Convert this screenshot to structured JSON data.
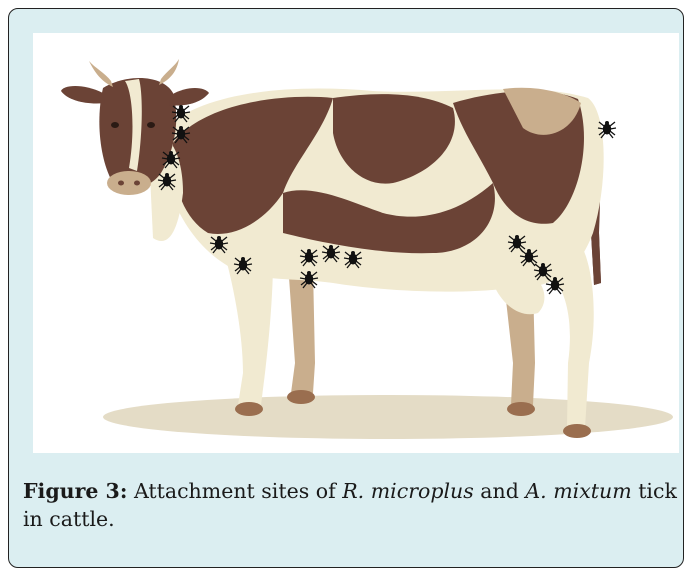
{
  "figure": {
    "label": "Figure 3:",
    "caption_text_1": "Attachment sites of",
    "species_1": "R. microplus",
    "caption_text_2": "and",
    "species_2": "A. mixtum",
    "caption_text_3": "tick in cattle."
  },
  "colors": {
    "frame_bg": "#dbeef1",
    "cow_brown": "#6b4336",
    "cow_cream": "#f1ead1",
    "cow_tan": "#c9ae8d",
    "hoof": "#9a6e4f",
    "shadow": "#e4dcc6",
    "tick": "#111111"
  },
  "illustration": {
    "subject": "cow-illustration",
    "tick_sites": [
      {
        "site": "neck",
        "count": 4
      },
      {
        "site": "dewlap",
        "count": 2
      },
      {
        "site": "front-leg",
        "count": 4
      },
      {
        "site": "udder",
        "count": 4
      },
      {
        "site": "tail",
        "count": 1
      }
    ]
  }
}
